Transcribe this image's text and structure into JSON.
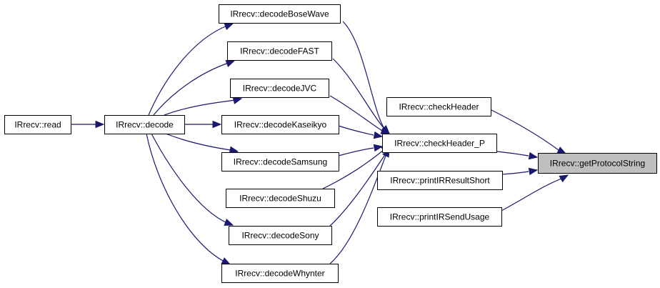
{
  "diagram": {
    "nodes": [
      {
        "id": "read",
        "label": "IRrecv::read"
      },
      {
        "id": "decode",
        "label": "IRrecv::decode"
      },
      {
        "id": "boseWave",
        "label": "IRrecv::decodeBoseWave"
      },
      {
        "id": "fast",
        "label": "IRrecv::decodeFAST"
      },
      {
        "id": "jvc",
        "label": "IRrecv::decodeJVC"
      },
      {
        "id": "kaseikyo",
        "label": "IRrecv::decodeKaseikyo"
      },
      {
        "id": "samsung",
        "label": "IRrecv::decodeSamsung"
      },
      {
        "id": "shuzu",
        "label": "IRrecv::decodeShuzu"
      },
      {
        "id": "sony",
        "label": "IRrecv::decodeSony"
      },
      {
        "id": "whynter",
        "label": "IRrecv::decodeWhynter"
      },
      {
        "id": "checkHeader",
        "label": "IRrecv::checkHeader"
      },
      {
        "id": "checkHeaderP",
        "label": "IRrecv::checkHeader_P"
      },
      {
        "id": "printShort",
        "label": "IRrecv::printIRResultShort"
      },
      {
        "id": "printSend",
        "label": "IRrecv::printIRSendUsage"
      },
      {
        "id": "getProto",
        "label": "IRrecv::getProtocolString",
        "highlight": true
      }
    ],
    "edges": [
      {
        "from": "read",
        "to": "decode"
      },
      {
        "from": "decode",
        "to": "boseWave"
      },
      {
        "from": "decode",
        "to": "fast"
      },
      {
        "from": "decode",
        "to": "jvc"
      },
      {
        "from": "decode",
        "to": "kaseikyo"
      },
      {
        "from": "decode",
        "to": "samsung"
      },
      {
        "from": "decode",
        "to": "sony"
      },
      {
        "from": "decode",
        "to": "whynter"
      },
      {
        "from": "boseWave",
        "to": "checkHeaderP"
      },
      {
        "from": "fast",
        "to": "checkHeaderP"
      },
      {
        "from": "jvc",
        "to": "checkHeaderP"
      },
      {
        "from": "kaseikyo",
        "to": "checkHeaderP"
      },
      {
        "from": "samsung",
        "to": "checkHeaderP"
      },
      {
        "from": "shuzu",
        "to": "checkHeaderP"
      },
      {
        "from": "sony",
        "to": "checkHeaderP"
      },
      {
        "from": "whynter",
        "to": "checkHeaderP"
      },
      {
        "from": "checkHeader",
        "to": "getProto"
      },
      {
        "from": "checkHeaderP",
        "to": "getProto"
      },
      {
        "from": "printShort",
        "to": "getProto"
      },
      {
        "from": "printSend",
        "to": "getProto"
      }
    ],
    "colors": {
      "edge": "#191970",
      "highlight_fill": "#bfbfbf",
      "node_border": "#000000"
    }
  }
}
